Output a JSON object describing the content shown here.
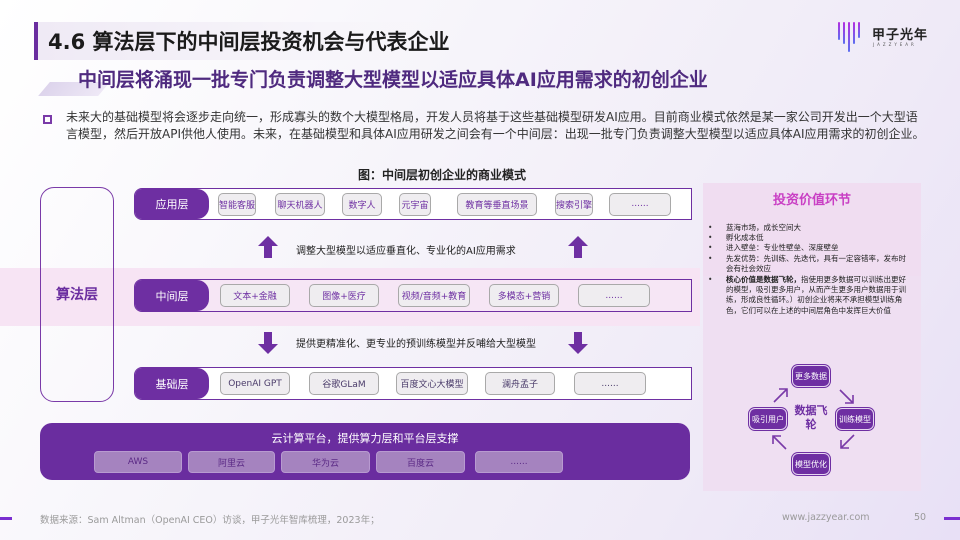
{
  "header": {
    "title": "4.6 算法层下的中间层投资机会与代表企业",
    "subtitle": "中间层将涌现一批专门负责调整大型模型以适应具体AI应用需求的初创企业"
  },
  "logo": {
    "name": "甲子光年",
    "sub": "JAZZYEAR"
  },
  "intro": {
    "text": "未来大的基础模型将会逐步走向统一，形成寡头的数个大模型格局，开发人员将基于这些基础模型研发AI应用。目前商业模式依然是某一家公司开发出一个大型语言模型，然后开放API供他人使用。未来，在基础模型和具体AI应用研发之间会有一个中间层：出现一批专门负责调整大型模型以适应具体AI应用需求的初创企业。"
  },
  "figure": {
    "title": "图：中间层初创企业的商业模式",
    "algo_label": "算法层",
    "layers": {
      "application": {
        "label": "应用层",
        "chips": [
          "智能客服",
          "聊天机器人",
          "数字人",
          "元宇宙",
          "教育等垂直场景",
          "搜索引擎",
          "......"
        ]
      },
      "middle": {
        "label": "中间层",
        "chips": [
          "文本+金融",
          "图像+医疗",
          "视频/音频+教育",
          "多模态+营销",
          "......"
        ]
      },
      "base": {
        "label": "基础层",
        "chips": [
          "OpenAI GPT",
          "谷歌GLaM",
          "百度文心大模型",
          "澜舟孟子",
          "......"
        ]
      }
    },
    "flow_up": "调整大型模型以适应垂直化、专业化的AI应用需求",
    "flow_down": "提供更精准化、更专业的预训练模型并反哺给大型模型",
    "cloud": {
      "title": "云计算平台，提供算力层和平台层支撑",
      "chips": [
        "AWS",
        "阿里云",
        "华为云",
        "百度云",
        "......"
      ]
    }
  },
  "value_panel": {
    "title": "投资价值环节",
    "items": [
      {
        "bold": "",
        "text": "蓝海市场，成长空间大"
      },
      {
        "bold": "",
        "text": "孵化成本低"
      },
      {
        "bold": "",
        "text": "进入壁垒：专业性壁垒、深度壁垒"
      },
      {
        "bold": "",
        "text": "先发优势：先训练、先迭代，具有一定容错率，发布时会有社会效应"
      },
      {
        "bold": "核心价值是数据飞轮，",
        "text": "指使用更多数据可以训练出更好的模型，吸引更多用户，从而产生更多用户数据用于训练，形成良性循环。）初创企业将来不承担模型训练角色，它们可以在上述的中间层角色中发挥巨大价值"
      }
    ],
    "flywheel": {
      "center": "数据飞轮",
      "nodes": [
        "更多数据",
        "训练模型",
        "模型优化",
        "吸引用户"
      ]
    }
  },
  "footer": {
    "source": "数据来源：Sam Altman（OpenAI CEO）访谈，甲子光年智库梳理，2023年；",
    "url": "www.jazzyear.com",
    "page": "50"
  }
}
